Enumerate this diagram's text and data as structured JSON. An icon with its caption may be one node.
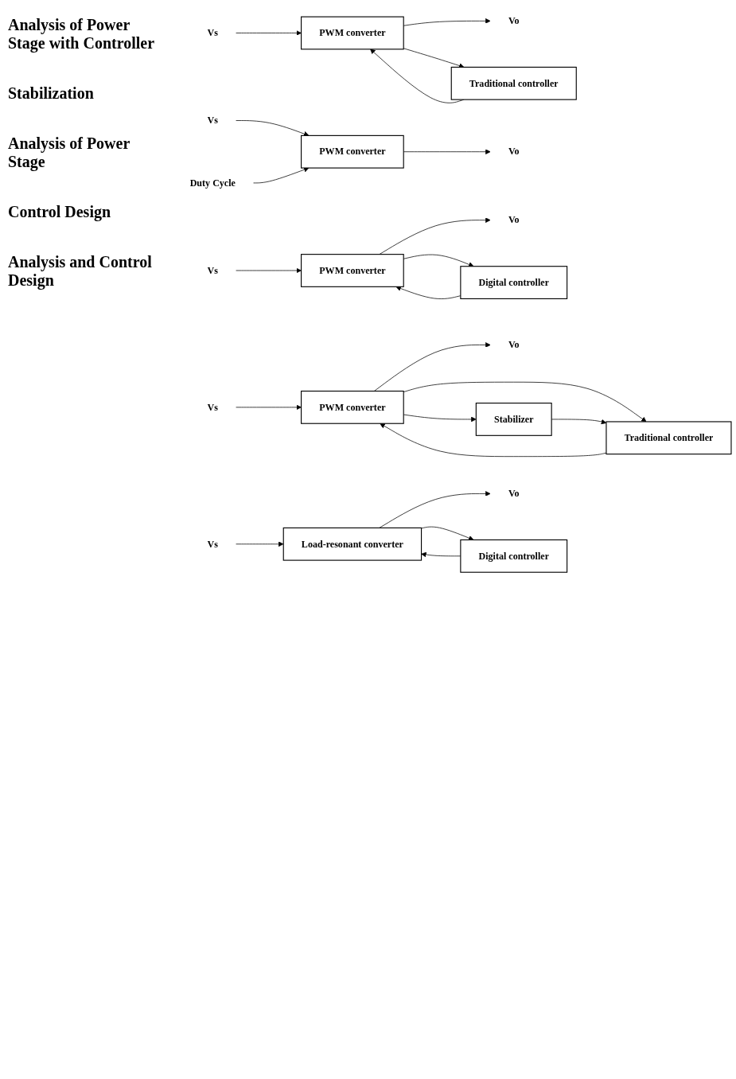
{
  "diagram": {
    "nodes": [
      {
        "text": [
          "Vs"
        ]
      },
      {
        "text": [
          "PWM converter"
        ]
      },
      {
        "text": [
          "Vo"
        ]
      },
      {
        "text": [
          "Traditional controller"
        ]
      },
      {
        "text": [
          "Vs"
        ]
      },
      {
        "text": [
          "PWM converter"
        ]
      },
      {
        "text": [
          "Vo"
        ]
      },
      {
        "text": [
          "Traditional controller"
        ]
      },
      {
        "text": [
          "Stabilizer"
        ]
      },
      {
        "text": [
          "Vs"
        ]
      },
      {
        "text": [
          "Duty Cycle"
        ]
      },
      {
        "text": [
          "PWM converter"
        ]
      },
      {
        "text": [
          "Vo"
        ]
      },
      {
        "text": [
          "Vs"
        ]
      },
      {
        "text": [
          "PWM converter"
        ]
      },
      {
        "text": [
          "Vo"
        ]
      },
      {
        "text": [
          "Digital controller"
        ]
      },
      {
        "text": [
          "Vs"
        ]
      },
      {
        "text": [
          "Load-resonant converter"
        ]
      },
      {
        "text": [
          "Vo"
        ]
      },
      {
        "text": [
          "Digital controller"
        ]
      }
    ],
    "edges": [
      {
        "from": 0,
        "to": 1,
        "arrow": "to"
      },
      {
        "from": 1,
        "to": 2,
        "arrow": "to"
      },
      {
        "from": 1,
        "to": 3,
        "arrow": "to"
      },
      {
        "from": 3,
        "to": 1,
        "arrow": "to"
      },
      {
        "from": 4,
        "to": 5,
        "arrow": "to"
      },
      {
        "from": 5,
        "to": 6,
        "arrow": "to"
      },
      {
        "from": 5,
        "to": 7,
        "arrow": "to"
      },
      {
        "from": 7,
        "to": 5,
        "arrow": "to"
      },
      {
        "from": 5,
        "to": 8,
        "arrow": "to"
      },
      {
        "from": 8,
        "to": 7,
        "arrow": "to"
      },
      {
        "from": 9,
        "to": 11,
        "arrow": "to"
      },
      {
        "from": 10,
        "to": 11,
        "arrow": "to"
      },
      {
        "from": 11,
        "to": 12,
        "arrow": "to"
      },
      {
        "from": 13,
        "to": 14,
        "arrow": "to"
      },
      {
        "from": 14,
        "to": 15,
        "arrow": "to"
      },
      {
        "from": 14,
        "to": 16,
        "arrow": "to"
      },
      {
        "from": 16,
        "to": 14,
        "arrow": "to"
      },
      {
        "from": 17,
        "to": 18,
        "arrow": "to"
      },
      {
        "from": 18,
        "to": 19,
        "arrow": "to"
      },
      {
        "from": 18,
        "to": 20,
        "arrow": "to"
      },
      {
        "from": 20,
        "to": 18,
        "arrow": "to"
      }
    ],
    "labels": [
      "Analysis of Power Stage with Controller",
      "Stabilization",
      "Analysis of Power Stage",
      "Control Design",
      "Analysis and Control Design"
    ]
  }
}
